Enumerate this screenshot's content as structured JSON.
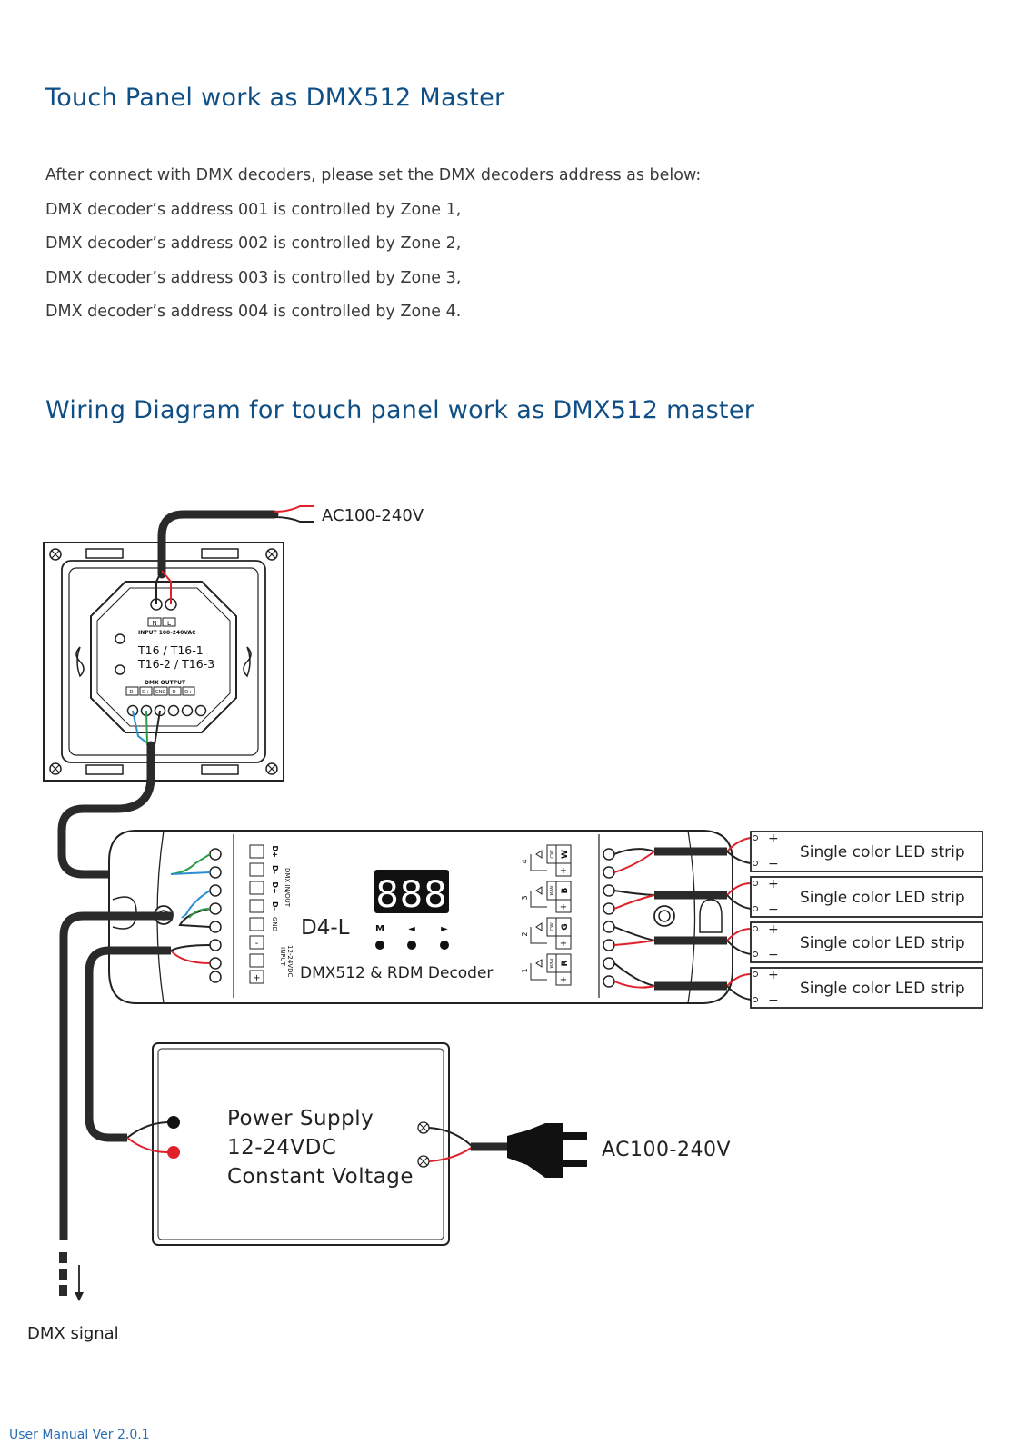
{
  "heading1": "Touch Panel work as DMX512 Master",
  "intro": "After connect with DMX decoders, please set the DMX decoders address as below:",
  "address_lines": [
    "DMX decoder’s address 001 is controlled by Zone 1,",
    "DMX decoder’s address 002 is controlled by Zone 2,",
    "DMX decoder’s address 003 is controlled by Zone 3,",
    "DMX decoder’s address 004 is controlled by Zone 4."
  ],
  "heading2": "Wiring Diagram for touch panel work as DMX512 master",
  "diagram": {
    "ac_top": "AC100-240V",
    "ac_right": "AC100-240V",
    "panel": {
      "n": "N",
      "l": "L",
      "input": "INPUT 100-240VAC",
      "model_line1": "T16   / T16-1",
      "model_line2": "T16-2 / T16-3",
      "dmx_output": "DMX OUTPUT",
      "terms": [
        "D-",
        "D+",
        "GND",
        "D-",
        "D+"
      ]
    },
    "decoder": {
      "display": "888",
      "model": "D4-L",
      "subtitle": "DMX512 & RDM Decoder",
      "left_terms": [
        "D+",
        "D-",
        "D+",
        "D-",
        "GND",
        "-",
        "+"
      ],
      "dmx_inout": "DMX IN/OUT",
      "input_label": "INPUT",
      "input_voltage": "12-24VDC",
      "btn_labels": [
        "M",
        "◄",
        "►"
      ],
      "channel_nums": [
        "4",
        "3",
        "2",
        "1"
      ],
      "channel_colors": [
        "W",
        "B",
        "G",
        "R"
      ],
      "channel_types": [
        "CW",
        "WW",
        "CW",
        "WW"
      ],
      "plus": "+"
    },
    "strip_label": "Single color LED strip",
    "strip_plus": "+",
    "strip_minus": "−",
    "power_supply": [
      "Power Supply",
      "12-24VDC",
      "Constant Voltage"
    ],
    "dmx_signal": "DMX signal"
  },
  "footer": "User Manual Ver 2.0.1",
  "colors": {
    "heading": "#0f4f86",
    "footer": "#2a70b5",
    "wire_red": "#e0202a",
    "wire_green": "#2e9b46",
    "wire_blue": "#2c8fd0"
  }
}
